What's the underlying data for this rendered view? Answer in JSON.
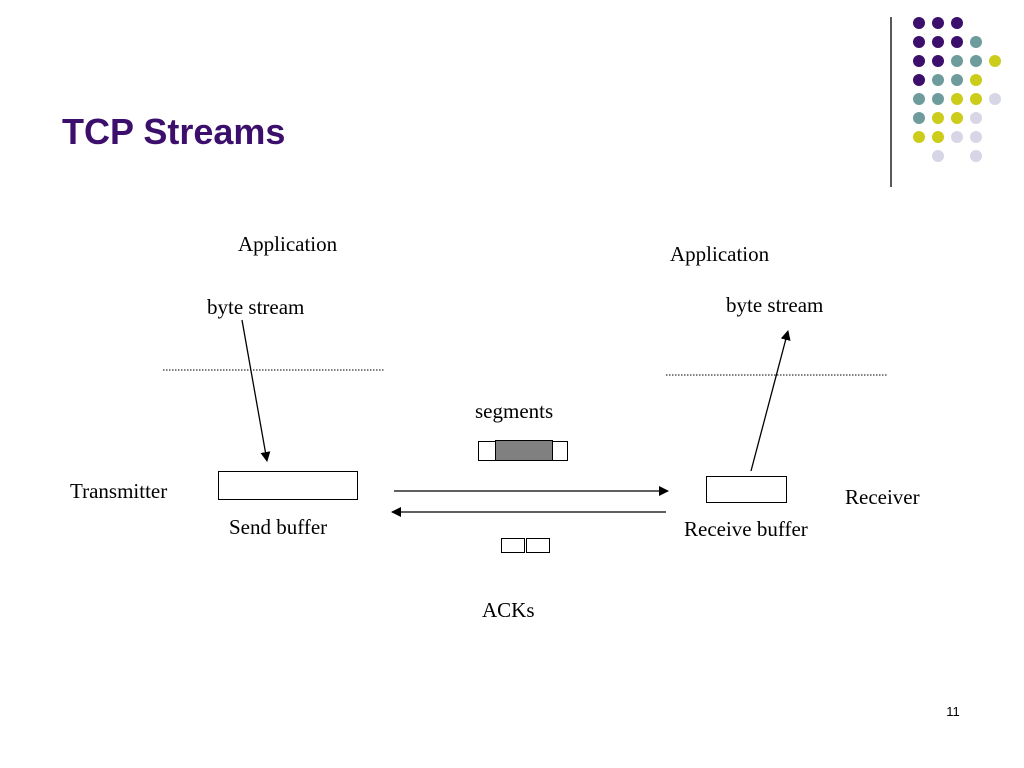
{
  "slide": {
    "title": "TCP Streams",
    "page_number": "11"
  },
  "diagram": {
    "sender": {
      "application_label": "Application",
      "stream_label": "byte stream",
      "role_label": "Transmitter",
      "buffer_label": "Send buffer"
    },
    "receiver": {
      "application_label": "Application",
      "stream_label": "byte stream",
      "role_label": "Receiver",
      "buffer_label": "Receive buffer"
    },
    "segments_label": "segments",
    "acks_label": "ACKs"
  },
  "colors": {
    "title": "#3b0f6b",
    "dot_purple": "#3b0f6b",
    "dot_teal": "#6e9c9c",
    "dot_yellow": "#cccc1a",
    "dot_lavender": "#d6d6e6",
    "segment_fill": "#808080"
  }
}
